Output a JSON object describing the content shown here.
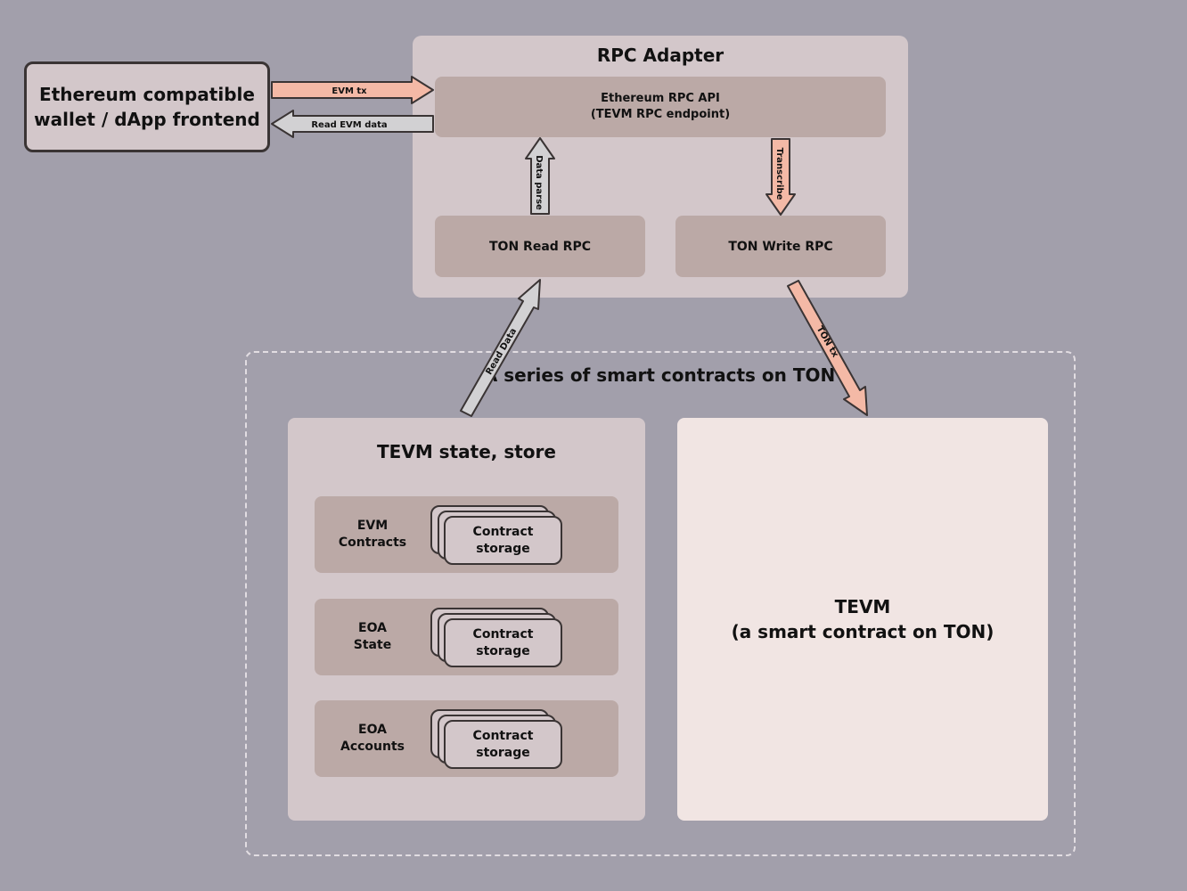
{
  "wallet": {
    "label": "Ethereum compatible\nwallet / dApp frontend"
  },
  "rpc_adapter": {
    "title": "RPC Adapter",
    "api_label": "Ethereum RPC API\n(TEVM RPC endpoint)",
    "read_rpc": "TON Read RPC",
    "write_rpc": "TON Write RPC"
  },
  "contracts": {
    "title": "A series of smart contracts on TON",
    "state_store": {
      "title": "TEVM state, store",
      "rows": [
        {
          "label": "EVM\nContracts",
          "storage": "Contract\nstorage"
        },
        {
          "label": "EOA\nState",
          "storage": "Contract\nstorage"
        },
        {
          "label": "EOA\nAccounts",
          "storage": "Contract\nstorage"
        }
      ]
    },
    "tevm": {
      "label": "TEVM\n(a smart contract on TON)"
    }
  },
  "arrows": {
    "evm_tx": "EVM tx",
    "read_evm_data": "Read EVM data",
    "data_parse": "Data parse",
    "transcribe": "Transcribe",
    "read_data": "Read Data",
    "ton_tx": "TON tx"
  },
  "colors": {
    "background": "#a29fab",
    "panel": "#d3c7ca",
    "inner_box": "#bba9a6",
    "tevm_box": "#f1e5e3",
    "write_arrow": "#f4b9a6",
    "read_arrow": "#d2d1d3"
  }
}
